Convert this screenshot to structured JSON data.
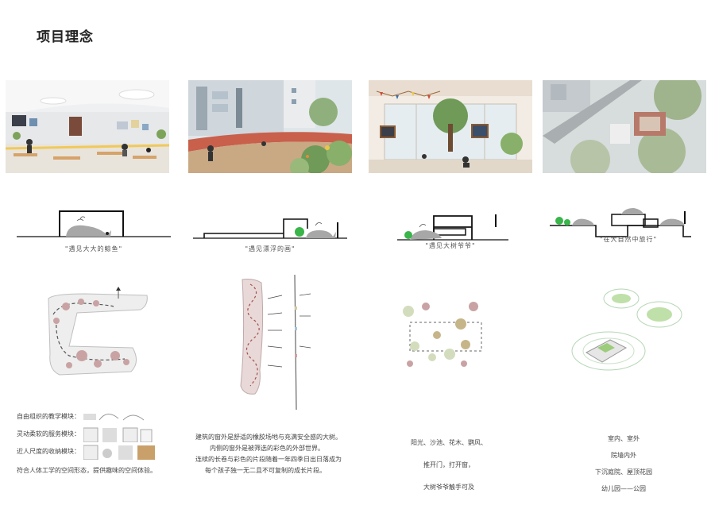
{
  "page": {
    "title": "项目理念"
  },
  "columns": [
    {
      "caption": "\"遇见大大的鲸鱼\""
    },
    {
      "caption": "\"遇见漂浮的画\""
    },
    {
      "caption": "\"遇见大树爷爷\""
    },
    {
      "caption": "\"在大自然中旅行\""
    }
  ],
  "text": {
    "col1": [
      "自由组织的教学模块：",
      "灵动柔软的服务模块：",
      "近人尺度的收纳模块：",
      "符合人体工学的空间形态，提供趣味的空间体验。"
    ],
    "col2": [
      "建筑的窗外是舒适的橡胶场地与充满安全感的大树。",
      "内侧的窗外是被筛选的彩色的外部世界。",
      "连续的长卷与彩色的片段随着一年四季日出日落成为",
      "每个孩子独一无二且不可复制的成长片段。"
    ],
    "col3": [
      "阳光、沙池、花木、鹦风、",
      "推开门，打开窗，",
      "大树爷爷触手可及"
    ],
    "col4": [
      "室内、室外",
      "院墙内外",
      "下沉庭院、屋顶花园",
      "幼儿园——公园"
    ]
  }
}
